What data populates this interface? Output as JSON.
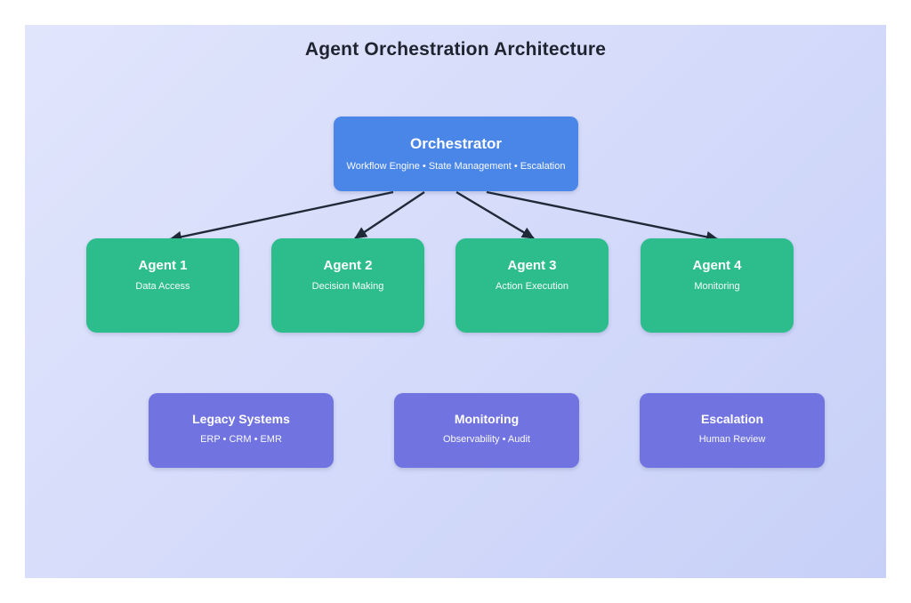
{
  "title": "Agent Orchestration Architecture",
  "colors": {
    "blue": "#4a86e8",
    "green": "#2dbd8d",
    "purple": "#7173e0",
    "arrow": "#1f2a38",
    "title_text": "#1f2430"
  },
  "orchestrator": {
    "title": "Orchestrator",
    "subtitle": "Workflow Engine • State Management • Escalation"
  },
  "agents": [
    {
      "title": "Agent 1",
      "subtitle": "Data Access"
    },
    {
      "title": "Agent 2",
      "subtitle": "Decision Making"
    },
    {
      "title": "Agent 3",
      "subtitle": "Action Execution"
    },
    {
      "title": "Agent 4",
      "subtitle": "Monitoring"
    }
  ],
  "systems": [
    {
      "title": "Legacy Systems",
      "subtitle": "ERP • CRM • EMR"
    },
    {
      "title": "Monitoring",
      "subtitle": "Observability • Audit"
    },
    {
      "title": "Escalation",
      "subtitle": "Human Review"
    }
  ]
}
